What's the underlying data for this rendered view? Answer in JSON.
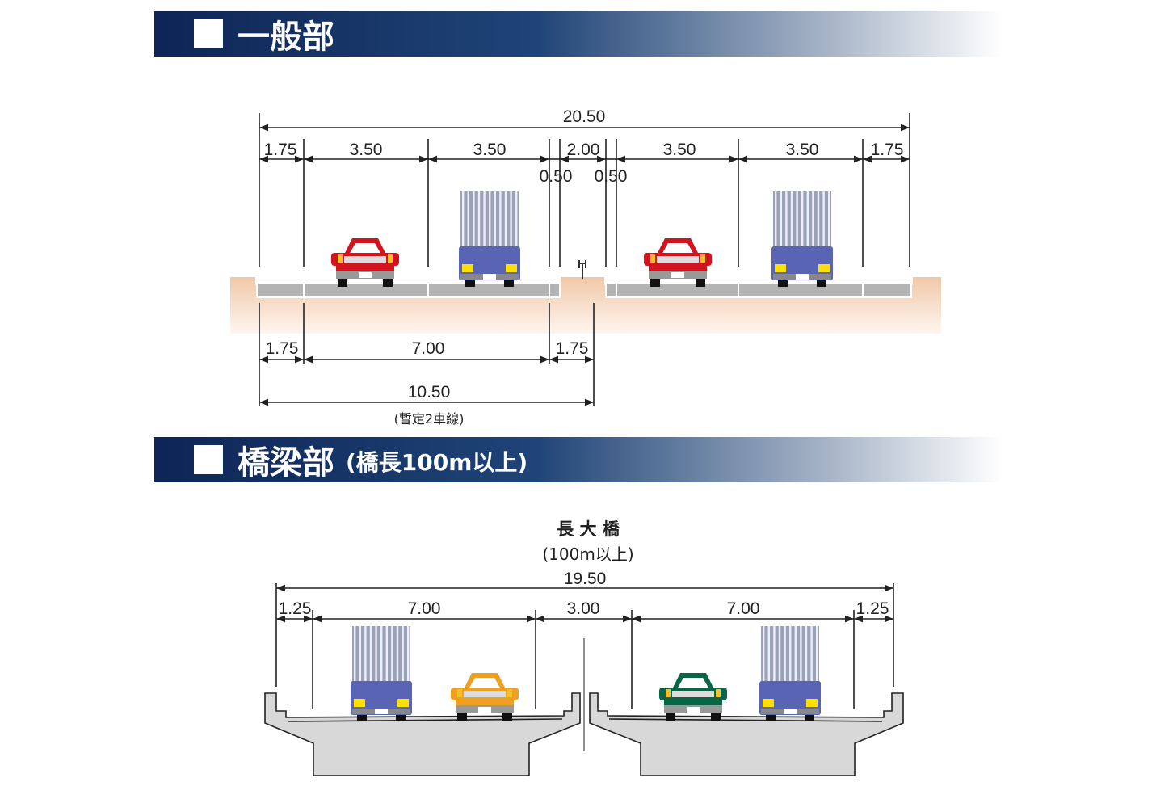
{
  "general_section": {
    "title": "一般部",
    "total_width": "20.50",
    "top_dims": [
      "1.75",
      "3.50",
      "3.50",
      "2.00",
      "3.50",
      "3.50",
      "1.75"
    ],
    "median_offsets": [
      "0.50",
      "0.50"
    ],
    "bottom_dims": [
      "1.75",
      "7.00",
      "1.75"
    ],
    "provisional_width": "10.50",
    "provisional_note": "(暫定2車線)"
  },
  "bridge_section": {
    "title": "橋梁部",
    "subtitle": "(橋長100m以上)",
    "bridge_type": "長 大 橋",
    "bridge_condition": "(100m以上)",
    "total_width": "19.50",
    "top_dims": [
      "1.25",
      "7.00",
      "3.00",
      "7.00",
      "1.25"
    ]
  },
  "colors": {
    "header_dark": "#10285a",
    "red_car": "#d2141e",
    "truck_blue": "#5a64b4",
    "orange_car": "#f0a020",
    "green_car": "#0a6446",
    "road_grey": "#b4b4b4",
    "ground_tan": "#f2cdb0"
  }
}
